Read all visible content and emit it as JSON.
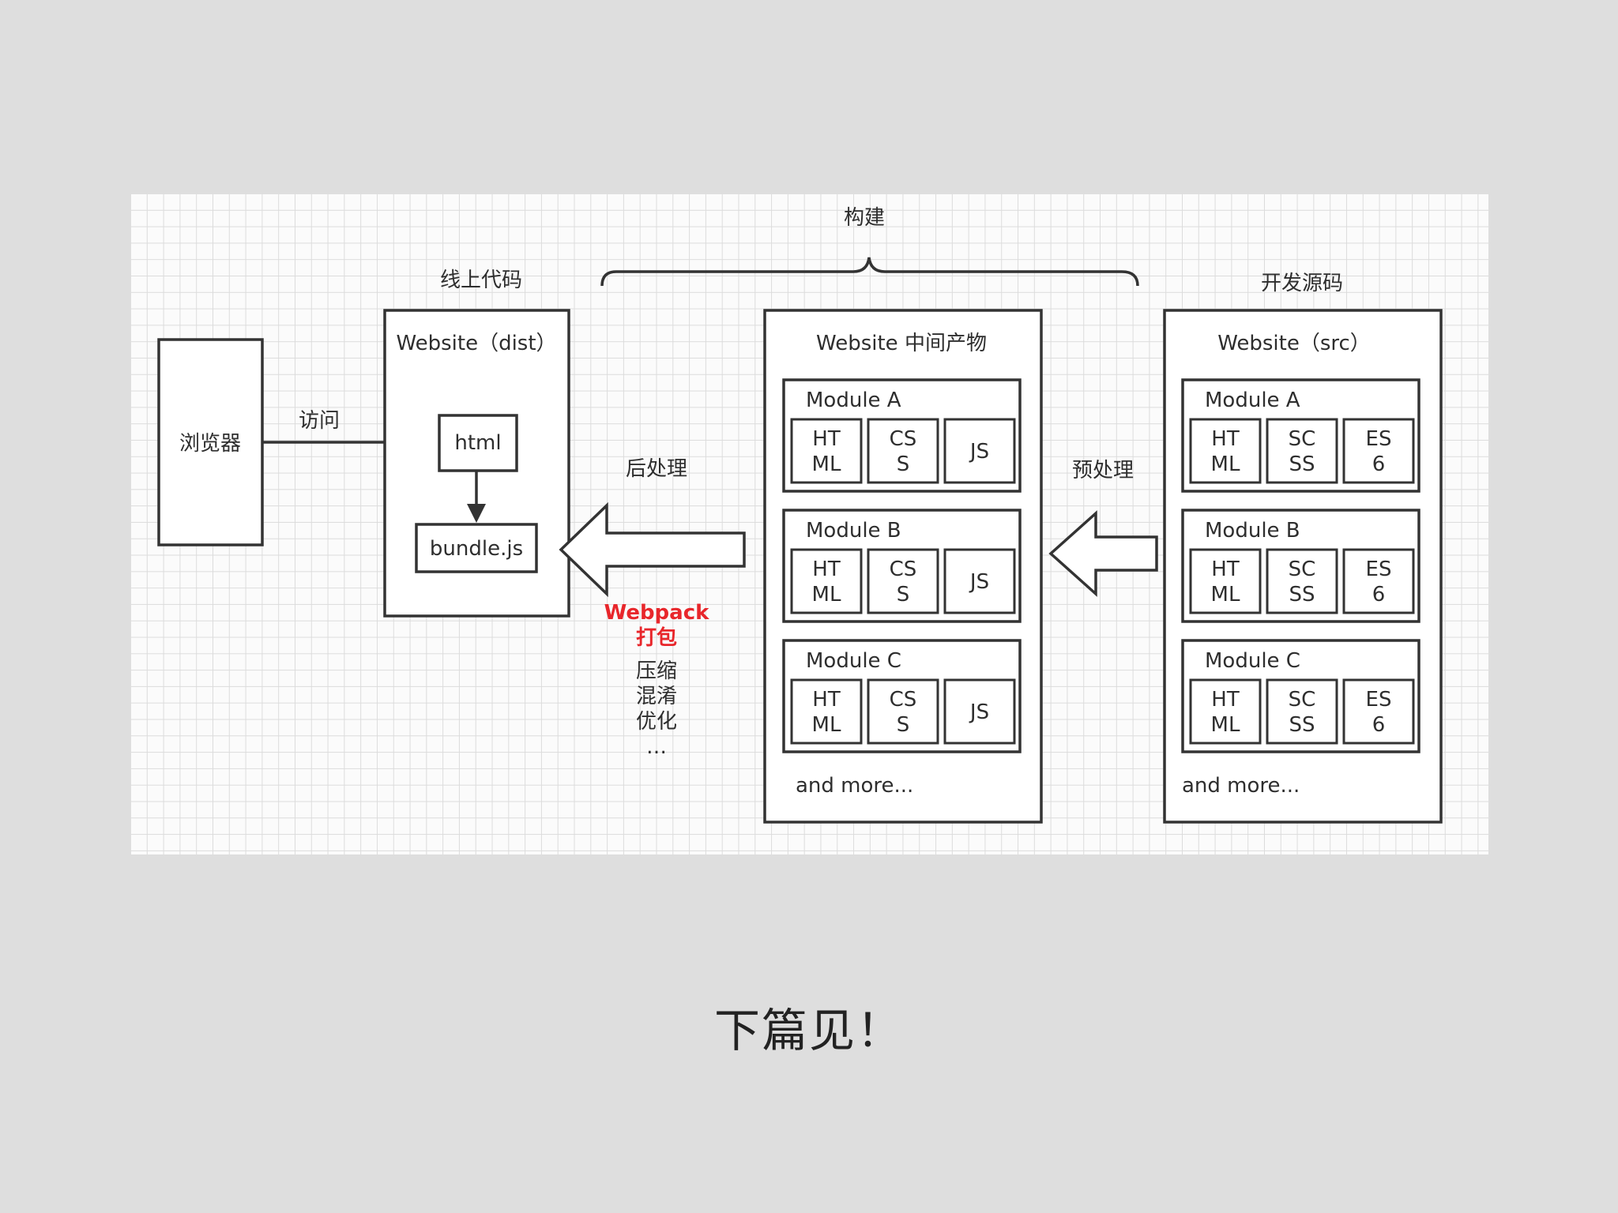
{
  "caption": "下篇见！",
  "colors": {
    "accent_red": "#e8262b"
  },
  "browser": {
    "label": "浏览器"
  },
  "access_label": "访问",
  "online_code": {
    "heading": "线上代码",
    "box_title": "Website（dist）",
    "html_label": "html",
    "bundle_label": "bundle.js"
  },
  "build": {
    "label": "构建"
  },
  "post_process": {
    "label": "后处理",
    "webpack": "Webpack",
    "pack": "打包",
    "steps": [
      "压缩",
      "混淆",
      "优化",
      "…"
    ]
  },
  "pre_process": {
    "label": "预处理"
  },
  "intermediate": {
    "title": "Website 中间产物",
    "more": "and more...",
    "modules": [
      {
        "name": "Module A",
        "cells": [
          [
            "HT",
            "ML"
          ],
          [
            "CS",
            "S"
          ],
          [
            "JS"
          ]
        ]
      },
      {
        "name": "Module B",
        "cells": [
          [
            "HT",
            "ML"
          ],
          [
            "CS",
            "S"
          ],
          [
            "JS"
          ]
        ]
      },
      {
        "name": "Module C",
        "cells": [
          [
            "HT",
            "ML"
          ],
          [
            "CS",
            "S"
          ],
          [
            "JS"
          ]
        ]
      }
    ]
  },
  "source": {
    "heading": "开发源码",
    "title": "Website（src）",
    "more": "and more...",
    "modules": [
      {
        "name": "Module A",
        "cells": [
          [
            "HT",
            "ML"
          ],
          [
            "SC",
            "SS"
          ],
          [
            "ES",
            "6"
          ]
        ]
      },
      {
        "name": "Module B",
        "cells": [
          [
            "HT",
            "ML"
          ],
          [
            "SC",
            "SS"
          ],
          [
            "ES",
            "6"
          ]
        ]
      },
      {
        "name": "Module C",
        "cells": [
          [
            "HT",
            "ML"
          ],
          [
            "SC",
            "SS"
          ],
          [
            "ES",
            "6"
          ]
        ]
      }
    ]
  }
}
